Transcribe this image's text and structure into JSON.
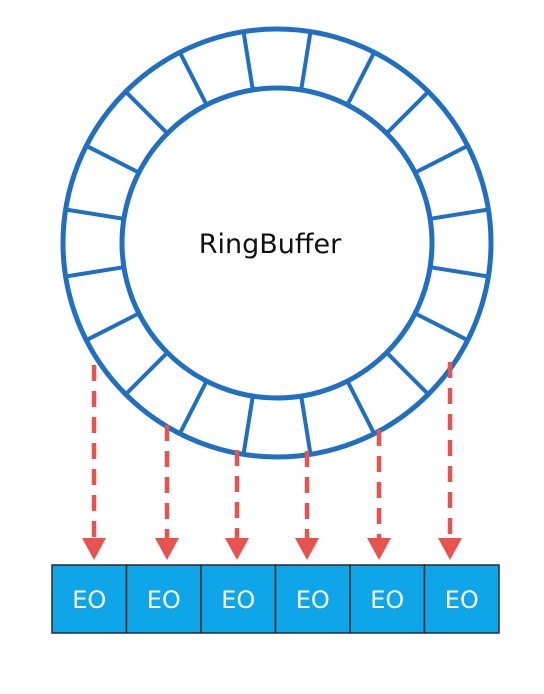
{
  "ring": {
    "label": "RingBuffer",
    "slot_count": 20,
    "stroke_color": "#1f6fc5"
  },
  "consumers": {
    "items": [
      {
        "label": "EO"
      },
      {
        "label": "EO"
      },
      {
        "label": "EO"
      },
      {
        "label": "EO"
      },
      {
        "label": "EO"
      },
      {
        "label": "EO"
      }
    ],
    "fill_color": "#0ea5e9",
    "border_color": "#2a2a2a",
    "text_color": "#ffffff"
  },
  "arrows": {
    "count": 6,
    "style": "dashed",
    "color": "#e8524f"
  }
}
